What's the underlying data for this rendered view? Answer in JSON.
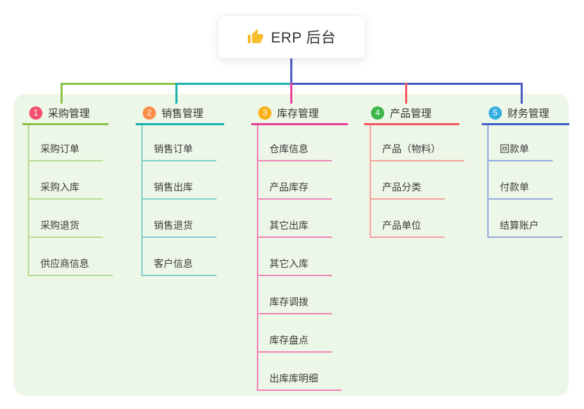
{
  "root": {
    "title": "ERP 后台",
    "icon": "thumbs-up-icon"
  },
  "canvas": {
    "background": "#ffffff",
    "panel_background": "#edf7e7"
  },
  "connector": {
    "blue": "#4a5bc8"
  },
  "branches": [
    {
      "index": "1",
      "title": "采购管理",
      "badge_color": "#f2506e",
      "line_color": "#8bc34a",
      "child_line_color": "#b7dc96",
      "children": [
        "采购订单",
        "采购入库",
        "采购退货",
        "供应商信息"
      ]
    },
    {
      "index": "2",
      "title": "销售管理",
      "badge_color": "#fb8c48",
      "line_color": "#16b3ae",
      "child_line_color": "#7fd0cc",
      "children": [
        "销售订单",
        "销售出库",
        "销售退货",
        "客户信息"
      ]
    },
    {
      "index": "3",
      "title": "库存管理",
      "badge_color": "#fbb018",
      "line_color": "#e83e98",
      "child_line_color": "#f184b9",
      "children": [
        "仓库信息",
        "产品库存",
        "其它出库",
        "其它入库",
        "库存调拨",
        "库存盘点",
        "出库库明细"
      ]
    },
    {
      "index": "4",
      "title": "产品管理",
      "badge_color": "#3cb54a",
      "line_color": "#f4555e",
      "child_line_color": "#f5a19b",
      "children": [
        "产品（物料）",
        "产品分类",
        "产品单位"
      ]
    },
    {
      "index": "5",
      "title": "财务管理",
      "badge_color": "#36aee2",
      "line_color": "#3f5fc9",
      "child_line_color": "#93a9de",
      "children": [
        "回款单",
        "付款单",
        "结算账户"
      ]
    }
  ]
}
